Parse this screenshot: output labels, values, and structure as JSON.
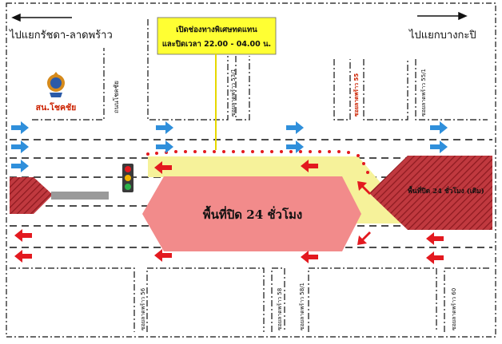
{
  "labels": {
    "to_left": "ไปแยกรัชดา-ลาดพร้าว",
    "to_right": "ไปแยกบางกะปิ",
    "notice_line1": "เปิดช่องทางพิเศษทดแทน",
    "notice_line2": "และปิดเวลา 22.00 - 04.00 น.",
    "station_name": "สน.โชคชัย",
    "road_chokchai": "ถนนโชคชัย",
    "soi_51": "ซอยลาดพร้าว 53/1",
    "soi_55": "ซอยลาดพร้าว 55",
    "soi_551": "ซอยลาดพร้าว 55/1",
    "soi_56": "ซอยลาดพร้าว 56",
    "soi_58": "ซอยลาดพร้าว 58",
    "soi_581": "ซอยลาดพร้าว 58/1",
    "soi_60": "ซอยลาดพร้าว 60",
    "closed_main": "พื้นที่ปิด 24 ชั่วโมง",
    "closed_right": "พื้นที่ปิด 24 ชั่วโมง (เดิม)"
  },
  "colors": {
    "closed_pink": "#f28b8b",
    "hatched_red": "#b2232a",
    "special_lane_yellow": "#f6f29a",
    "notice_yellow": "#ffff33",
    "blue_arrow": "#2f8fdb",
    "red_arrow": "#e3191f",
    "station_red": "#cc2200"
  },
  "icons": {
    "left_direction": "arrow-left-icon",
    "right_direction": "arrow-right-icon",
    "traffic_light": "traffic-light-icon",
    "station": "police-emblem-icon"
  }
}
